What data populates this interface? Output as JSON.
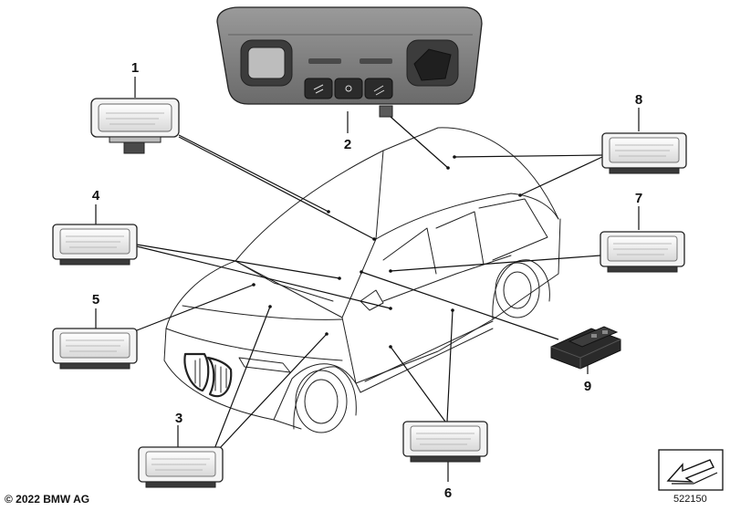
{
  "callouts": {
    "c1": "1",
    "c2": "2",
    "c3": "3",
    "c4": "4",
    "c5": "5",
    "c6": "6",
    "c7": "7",
    "c8": "8",
    "c9": "9"
  },
  "footer": {
    "copyright": "© 2022 BMW AG",
    "diagram_id": "522150"
  },
  "colors": {
    "line": "#111111",
    "part_fill": "#f2f2f2",
    "console_fill": "#7c7c7c",
    "sensor_fill": "#2a2a2a"
  },
  "icons": {
    "corner_mark": "navigation-arrow-icon"
  }
}
